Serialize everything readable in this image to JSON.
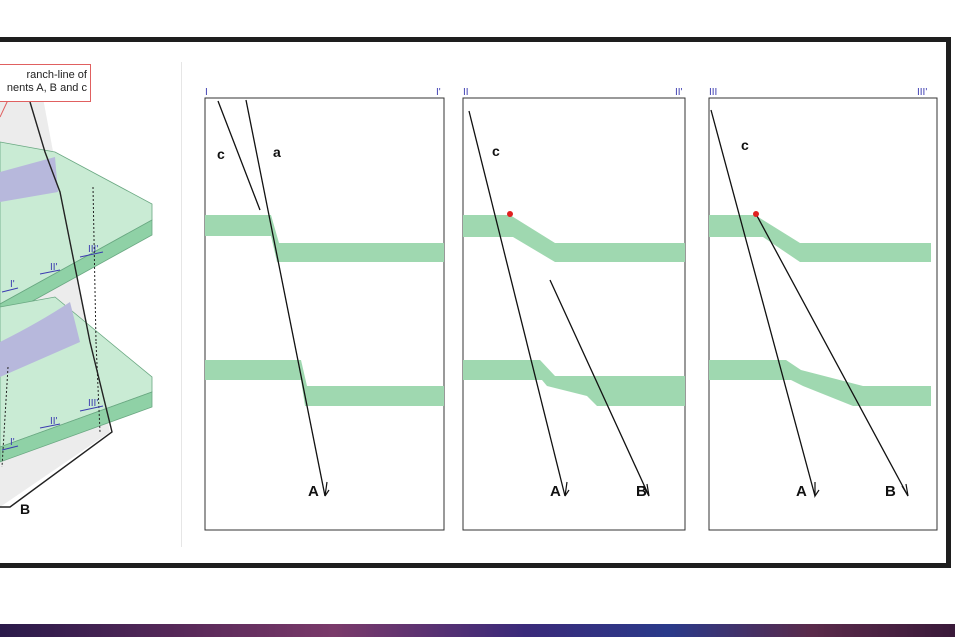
{
  "callout": {
    "line1": "ranch-line of",
    "line2": "nents A, B and c"
  },
  "block3d": {
    "label_B": "B",
    "top_layer_marks": [
      "I'",
      "II'",
      "III'"
    ],
    "bottom_layer_marks": [
      "I'",
      "II'",
      "III'"
    ]
  },
  "sections": [
    {
      "left_tag": "I",
      "right_tag": "I'",
      "labels": {
        "c": "c",
        "a": "a",
        "A": "A"
      }
    },
    {
      "left_tag": "II",
      "right_tag": "II'",
      "labels": {
        "c": "c",
        "A": "A",
        "B": "B"
      }
    },
    {
      "left_tag": "III",
      "right_tag": "III'",
      "labels": {
        "c": "c",
        "A": "A",
        "B": "B"
      }
    }
  ],
  "colors": {
    "layer_fill": "#9fd8b0",
    "layer_fill_light": "#c9ebd4",
    "fault_plane": "#b7b8dc",
    "tag_color": "#3b3bb0",
    "branch_point": "#e02020"
  }
}
